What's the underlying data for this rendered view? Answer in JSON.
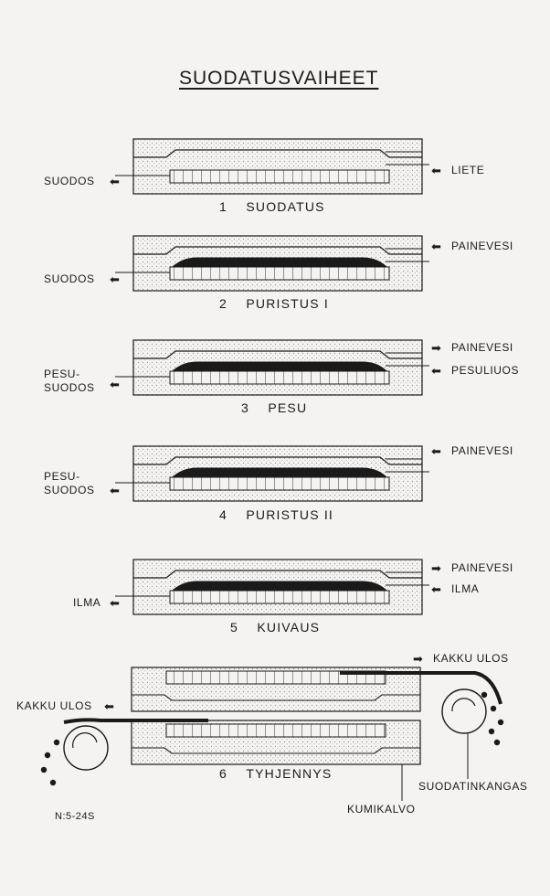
{
  "title": "SUODATUSVAIHEET",
  "steps": [
    {
      "number": "1",
      "name": "SUODATUS"
    },
    {
      "number": "2",
      "name": "PURISTUS I"
    },
    {
      "number": "3",
      "name": "PESU"
    },
    {
      "number": "4",
      "name": "PURISTUS II"
    },
    {
      "number": "5",
      "name": "KUIVAUS"
    },
    {
      "number": "6",
      "name": "TYHJENNYS"
    }
  ],
  "labels": {
    "suodos": "SUODOS",
    "liete": "LIETE",
    "painevesi": "PAINEVESI",
    "pesu": "PESU-",
    "suodos2": "SUODOS",
    "pesuliuos": "PESULIUOS",
    "ilma": "ILMA",
    "kakku_ulos": "KAKKU ULOS",
    "suodatinkangas": "SUODATINKANGAS",
    "kumikalvo": "KUMIKALVO"
  },
  "figure_code": "N:5-24S",
  "colors": {
    "ink": "#1a1a1a",
    "paper": "#f4f3f1",
    "stipple": "#8a8a8a"
  }
}
